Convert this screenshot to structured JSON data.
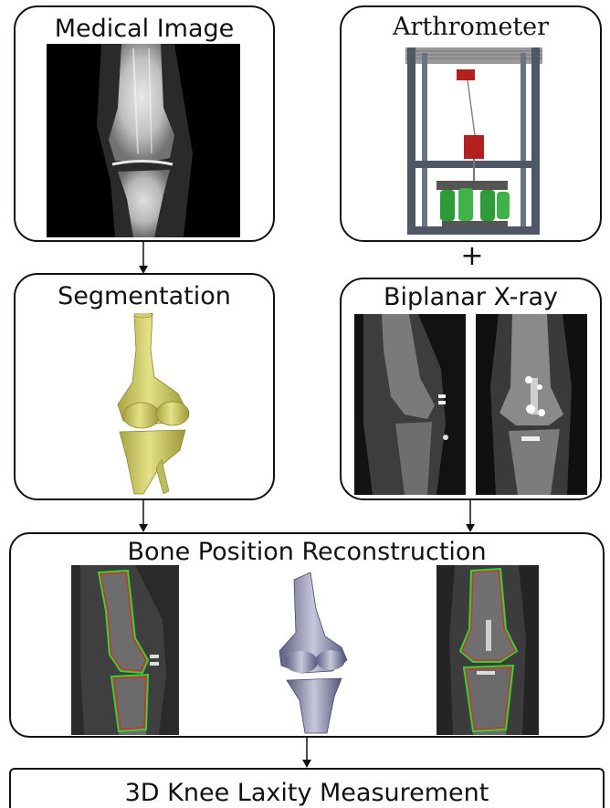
{
  "panels": {
    "medical_image": {
      "title": "Medical Image"
    },
    "arthrometer": {
      "title": "Arthrometer"
    },
    "segmentation": {
      "title": "Segmentation"
    },
    "biplanar_xray": {
      "title": "Biplanar X-ray"
    },
    "bone_position_reconstruction": {
      "title": "Bone Position Reconstruction"
    },
    "knee_laxity": {
      "title": "3D Knee Laxity Measurement"
    }
  },
  "connectors": {
    "plus_symbol": "+"
  },
  "colors": {
    "outline": "#111111",
    "bone_yellow": "#d8d56a",
    "bone_lavender": "#8a8aa8",
    "contour_green": "#2fd62f",
    "contour_red": "#e0282a",
    "xray_dark": "#0a0a0a",
    "actuator_green": "#2f9a3a",
    "actuator_red": "#b32020"
  }
}
